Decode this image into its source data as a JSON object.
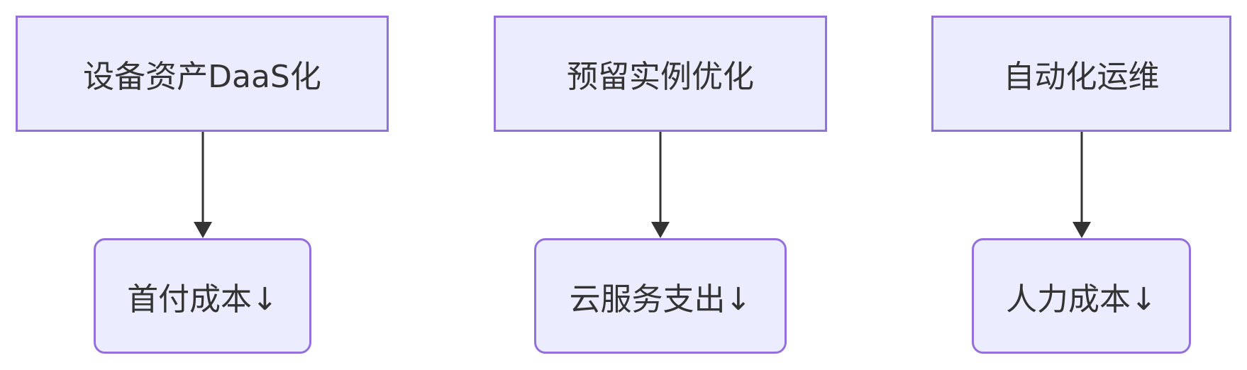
{
  "diagram": {
    "nodes": [
      {
        "id": "A",
        "label": "设备资产DaaS化",
        "shape": "rect"
      },
      {
        "id": "B",
        "label": "首付成本↓",
        "shape": "round"
      },
      {
        "id": "C",
        "label": "预留实例优化",
        "shape": "rect"
      },
      {
        "id": "D",
        "label": "云服务支出↓",
        "shape": "round"
      },
      {
        "id": "E",
        "label": "自动化运维",
        "shape": "rect"
      },
      {
        "id": "F",
        "label": "人力成本↓",
        "shape": "round"
      }
    ],
    "edges": [
      {
        "from": "A",
        "to": "B"
      },
      {
        "from": "C",
        "to": "D"
      },
      {
        "from": "E",
        "to": "F"
      }
    ],
    "colors": {
      "node_fill": "#ECECFF",
      "node_border": "#9370DB",
      "text": "#333333",
      "edge": "#333333"
    }
  }
}
